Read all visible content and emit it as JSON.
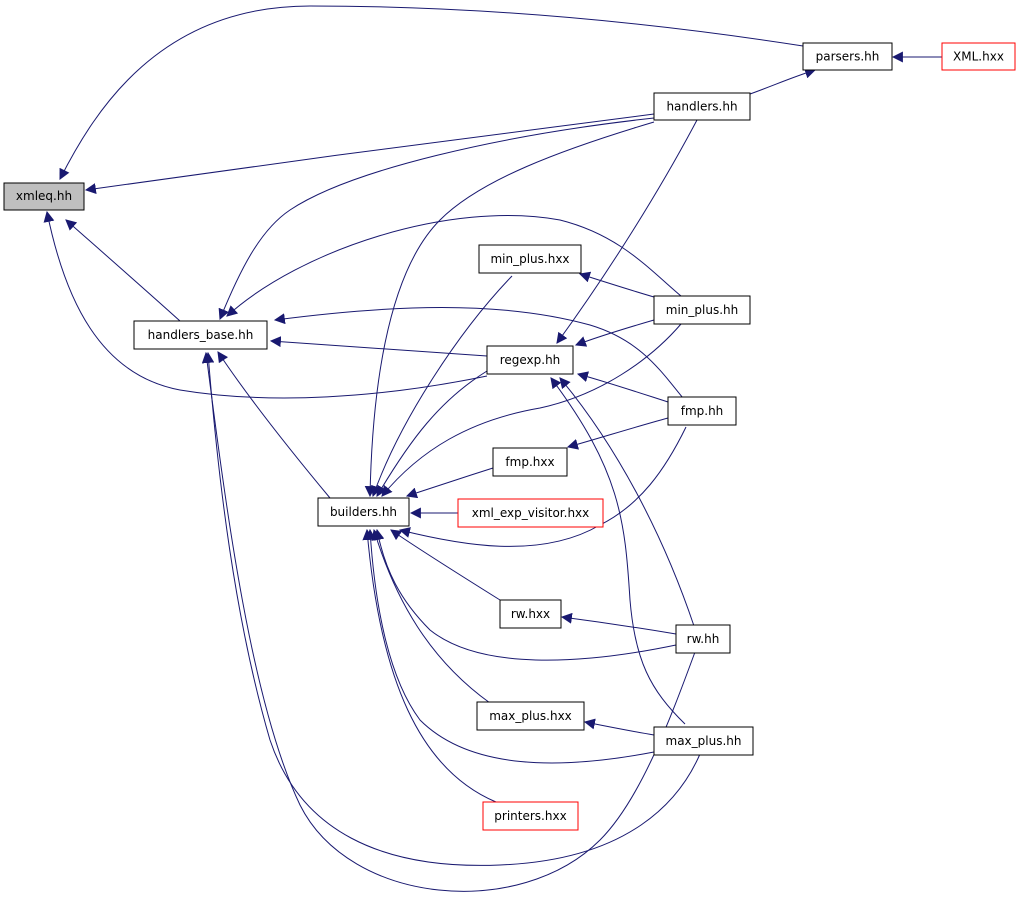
{
  "colors": {
    "edge": "#191970",
    "arrowhead": "#191970",
    "focus_fill": "#bfbfbf",
    "box_border": "#000000",
    "truncated_border": "#ff0000",
    "box_fill": "#ffffff",
    "label": "#000000"
  },
  "graph": {
    "type": "include-dependency-graph",
    "nodes": [
      {
        "id": "xmleq_hh",
        "label": "xmleq.hh",
        "style": "focus"
      },
      {
        "id": "parsers_hh",
        "label": "parsers.hh",
        "style": "normal"
      },
      {
        "id": "xml_hxx",
        "label": "XML.hxx",
        "style": "truncated"
      },
      {
        "id": "handlers_hh",
        "label": "handlers.hh",
        "style": "normal"
      },
      {
        "id": "handlers_base_hh",
        "label": "handlers_base.hh",
        "style": "normal"
      },
      {
        "id": "min_plus_hxx",
        "label": "min_plus.hxx",
        "style": "normal"
      },
      {
        "id": "min_plus_hh",
        "label": "min_plus.hh",
        "style": "normal"
      },
      {
        "id": "regexp_hh",
        "label": "regexp.hh",
        "style": "normal"
      },
      {
        "id": "fmp_hh",
        "label": "fmp.hh",
        "style": "normal"
      },
      {
        "id": "fmp_hxx",
        "label": "fmp.hxx",
        "style": "normal"
      },
      {
        "id": "builders_hh",
        "label": "builders.hh",
        "style": "normal"
      },
      {
        "id": "xml_exp_visitor_hxx",
        "label": "xml_exp_visitor.hxx",
        "style": "truncated"
      },
      {
        "id": "rw_hxx",
        "label": "rw.hxx",
        "style": "normal"
      },
      {
        "id": "rw_hh",
        "label": "rw.hh",
        "style": "normal"
      },
      {
        "id": "max_plus_hxx",
        "label": "max_plus.hxx",
        "style": "normal"
      },
      {
        "id": "max_plus_hh",
        "label": "max_plus.hh",
        "style": "normal"
      },
      {
        "id": "printers_hxx",
        "label": "printers.hxx",
        "style": "truncated"
      }
    ],
    "edges": [
      {
        "from": "parsers_hh",
        "to": "xmleq_hh"
      },
      {
        "from": "xml_hxx",
        "to": "parsers_hh"
      },
      {
        "from": "handlers_hh",
        "to": "parsers_hh"
      },
      {
        "from": "handlers_hh",
        "to": "xmleq_hh"
      },
      {
        "from": "handlers_base_hh",
        "to": "xmleq_hh"
      },
      {
        "from": "regexp_hh",
        "to": "xmleq_hh"
      },
      {
        "from": "handlers_hh",
        "to": "handlers_base_hh"
      },
      {
        "from": "min_plus_hh",
        "to": "handlers_base_hh"
      },
      {
        "from": "fmp_hh",
        "to": "handlers_base_hh"
      },
      {
        "from": "regexp_hh",
        "to": "handlers_base_hh"
      },
      {
        "from": "builders_hh",
        "to": "handlers_base_hh"
      },
      {
        "from": "rw_hh",
        "to": "handlers_base_hh"
      },
      {
        "from": "max_plus_hh",
        "to": "handlers_base_hh"
      },
      {
        "from": "handlers_hh",
        "to": "regexp_hh"
      },
      {
        "from": "min_plus_hh",
        "to": "min_plus_hxx"
      },
      {
        "from": "min_plus_hh",
        "to": "regexp_hh"
      },
      {
        "from": "fmp_hh",
        "to": "regexp_hh"
      },
      {
        "from": "rw_hh",
        "to": "regexp_hh"
      },
      {
        "from": "max_plus_hh",
        "to": "regexp_hh"
      },
      {
        "from": "fmp_hh",
        "to": "fmp_hxx"
      },
      {
        "from": "handlers_hh",
        "to": "builders_hh"
      },
      {
        "from": "min_plus_hxx",
        "to": "builders_hh"
      },
      {
        "from": "min_plus_hh",
        "to": "builders_hh"
      },
      {
        "from": "regexp_hh",
        "to": "builders_hh"
      },
      {
        "from": "fmp_hxx",
        "to": "builders_hh"
      },
      {
        "from": "xml_exp_visitor_hxx",
        "to": "builders_hh"
      },
      {
        "from": "fmp_hh",
        "to": "builders_hh"
      },
      {
        "from": "rw_hxx",
        "to": "builders_hh"
      },
      {
        "from": "rw_hh",
        "to": "builders_hh"
      },
      {
        "from": "max_plus_hxx",
        "to": "builders_hh"
      },
      {
        "from": "max_plus_hh",
        "to": "builders_hh"
      },
      {
        "from": "printers_hxx",
        "to": "builders_hh"
      },
      {
        "from": "rw_hh",
        "to": "rw_hxx"
      },
      {
        "from": "max_plus_hh",
        "to": "max_plus_hxx"
      }
    ]
  }
}
